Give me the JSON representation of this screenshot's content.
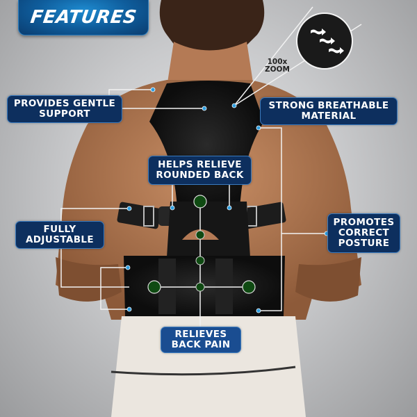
{
  "header": {
    "title": "FEATURES"
  },
  "zoom_callout": {
    "line1": "100x",
    "line2": "ZOOM",
    "icon": "fabric-zoom-arrows-icon"
  },
  "labels": {
    "gentle_support": {
      "line1": "PROVIDES GENTLE",
      "line2": "SUPPORT"
    },
    "breathable": {
      "line1": "STRONG BREATHABLE",
      "line2": "MATERIAL"
    },
    "rounded_back": {
      "line1": "HELPS RELIEVE",
      "line2": "ROUNDED BACK"
    },
    "adjustable": {
      "line1": "FULLY",
      "line2": "ADJUSTABLE"
    },
    "posture": {
      "line1": "PROMOTES",
      "line2": "CORRECT",
      "line3": "POSTURE"
    },
    "back_pain": {
      "line1": "RELIEVES",
      "line2": "BACK PAIN"
    }
  },
  "colors": {
    "label_bg": "#0d2f5e",
    "label_border": "#3a7bbf",
    "header_blue": "#0f5d9c",
    "dot_blue": "#2e9ee0",
    "magnet_green": "#0f4a12",
    "brace_black": "#1a1a1a"
  }
}
